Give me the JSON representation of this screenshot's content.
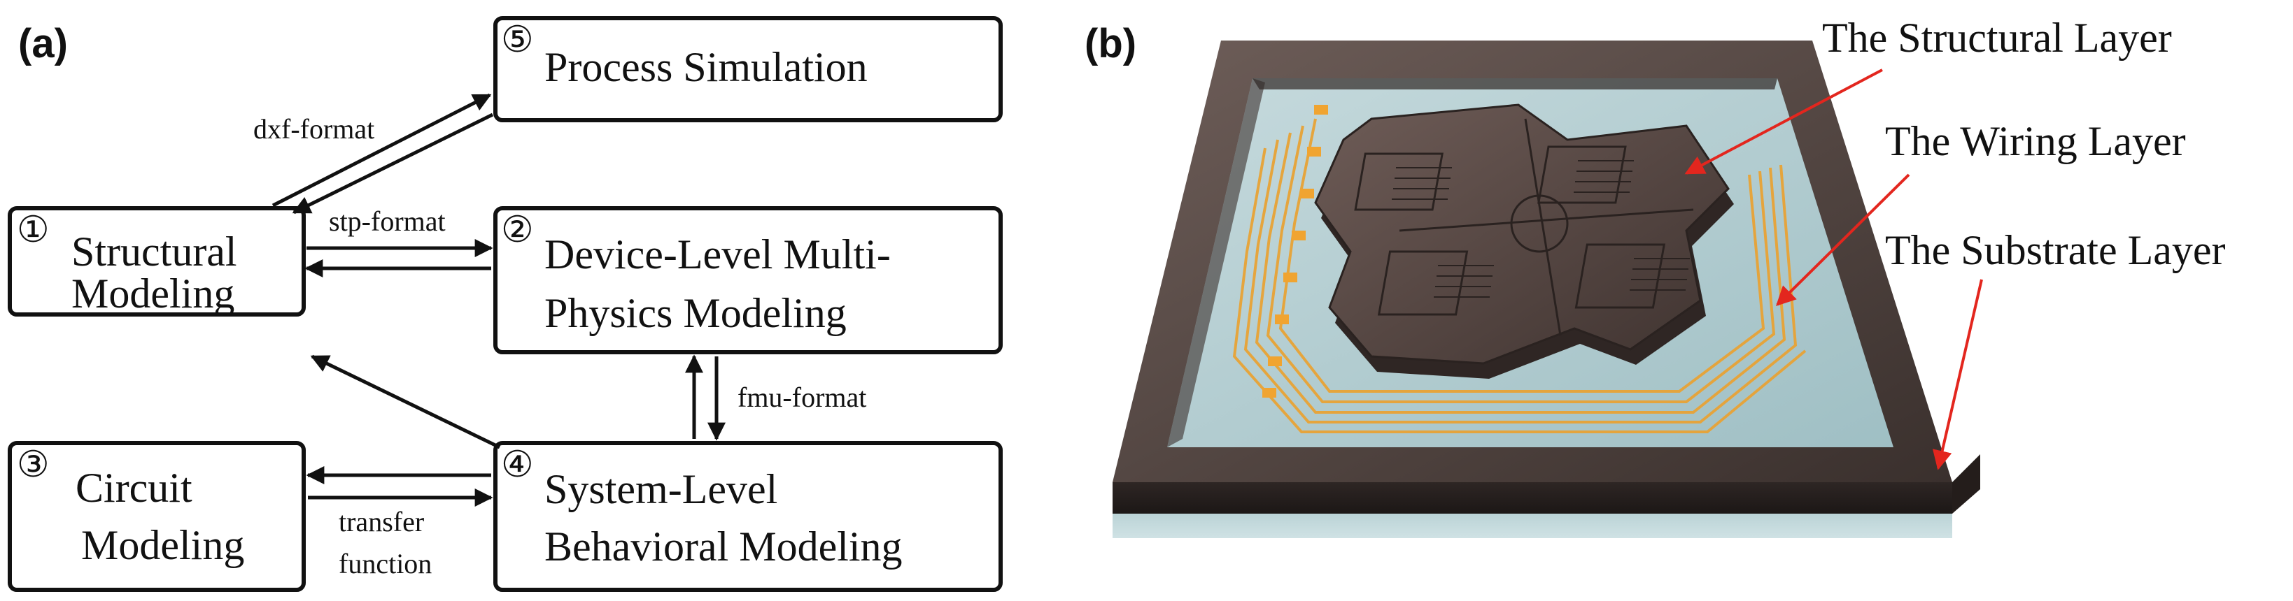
{
  "panel_a": {
    "label": "(a)",
    "boxes": {
      "process": {
        "number": "⑤",
        "line1": "Process Simulation"
      },
      "structural": {
        "number": "①",
        "line1": "Structural",
        "line2": "Modeling"
      },
      "device": {
        "number": "②",
        "line1": "Device-Level Multi-",
        "line2": "Physics Modeling"
      },
      "circuit": {
        "number": "③",
        "line1": "Circuit",
        "line2": "Modeling"
      },
      "system": {
        "number": "④",
        "line1": "System-Level",
        "line2": "Behavioral  Modeling"
      }
    },
    "edges": {
      "dxf": "dxf-format",
      "stp": "stp-format",
      "fmu": "fmu-format",
      "transfer_line1": "transfer",
      "transfer_line2": "function"
    }
  },
  "panel_b": {
    "label": "(b)",
    "layers": {
      "structural": "The Structural Layer",
      "wiring": "The Wiring Layer",
      "substrate": "The Substrate Layer"
    },
    "colors": {
      "frame": "#4a3e3b",
      "glass": "#a9c7cc",
      "chip": "#5b4a45",
      "wiring": "#e8a336",
      "arrow": "#e3261e"
    }
  }
}
